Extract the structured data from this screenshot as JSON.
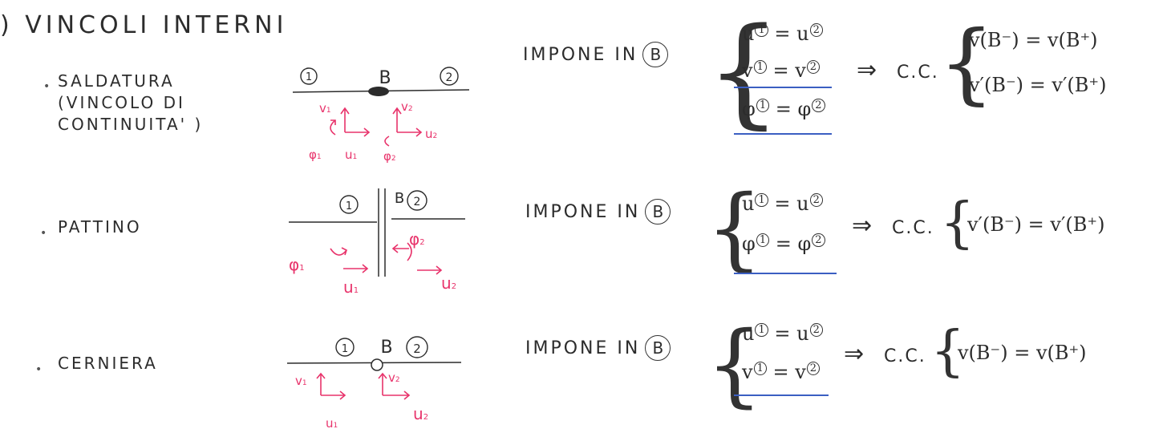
{
  "heading": ") VINCOLI INTERNI",
  "bullets": [
    {
      "label_lines": [
        "SALDATURA",
        "(VINCOLO DI",
        "CONTINUITA' )"
      ]
    },
    {
      "label_lines": [
        "PATTINO"
      ]
    },
    {
      "label_lines": [
        "CERNIERA"
      ]
    }
  ],
  "impone_text": "IMPONE IN",
  "point_label": "B",
  "cc_text": "C.C.",
  "rows": [
    {
      "constraints": [
        {
          "left": "u",
          "right": "u"
        },
        {
          "left": "v",
          "right": "v"
        },
        {
          "left": "φ",
          "right": "φ"
        }
      ],
      "conditions": [
        "v(B⁻) = v(B⁺)",
        "v′(B⁻) = v′(B⁺)"
      ]
    },
    {
      "constraints": [
        {
          "left": "u",
          "right": "u"
        },
        {
          "left": "φ",
          "right": "φ"
        }
      ],
      "conditions": [
        "v′(B⁻) = v′(B⁺)"
      ]
    },
    {
      "constraints": [
        {
          "left": "u",
          "right": "u"
        },
        {
          "left": "v",
          "right": "v"
        }
      ],
      "conditions": [
        "v(B⁻) = v(B⁺)"
      ]
    }
  ],
  "diagram_labels": {
    "beam1": "1",
    "beam2": "2",
    "point": "B",
    "u": "u",
    "v": "v",
    "phi": "φ"
  },
  "colors": {
    "ink": "#2c2c2c",
    "red": "#e8336b",
    "blue": "#3b5fc2"
  }
}
